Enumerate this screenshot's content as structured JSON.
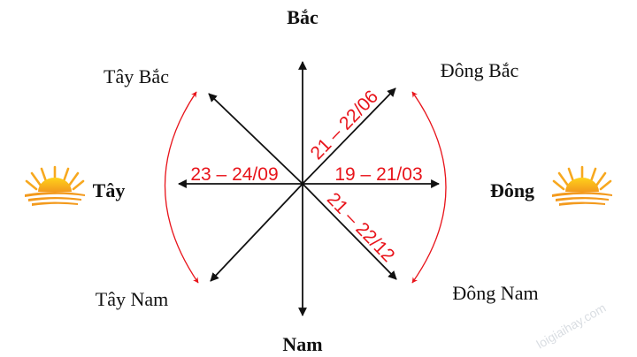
{
  "directions": {
    "north": "Bắc",
    "south": "Nam",
    "east": "Đông",
    "west": "Tây",
    "northeast": "Đông Bắc",
    "northwest": "Tây Bắc",
    "southeast": "Đông Nam",
    "southwest": "Tây Nam"
  },
  "dates": {
    "equinox_autumn": "23 – 24/09",
    "equinox_spring": "19 – 21/03",
    "solstice_summer": "21 – 22/06",
    "solstice_winter": "21 – 22/12"
  },
  "watermark": "loigiaihay.com",
  "colors": {
    "arrow": "#111111",
    "accent_red": "#e8141b",
    "sun_orange": "#f39a1d",
    "sun_yellow": "#ffd21a"
  },
  "icons": {
    "west": "sun-icon",
    "east": "sun-icon"
  }
}
